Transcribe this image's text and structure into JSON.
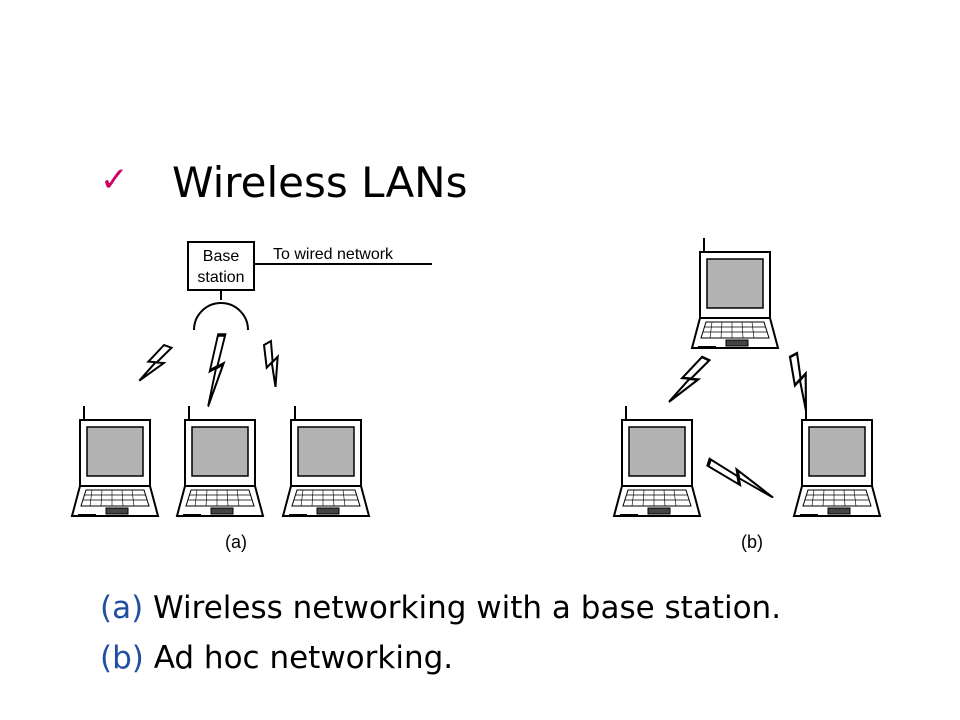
{
  "slide": {
    "check_icon": "check-mark-icon",
    "title": "Wireless LANs",
    "diagram": {
      "base_station_line1": "Base",
      "base_station_line2": "station",
      "wired_label": "To wired network",
      "label_a": "(a)",
      "label_b": "(b)"
    },
    "captions": [
      {
        "marker": "(a)",
        "text": "Wireless networking with a base station."
      },
      {
        "marker": "(b)",
        "text": "Ad hoc networking."
      }
    ],
    "colors": {
      "check": "#cc0066",
      "caption_marker": "#1f4fa0",
      "screen": "#b3b3b3"
    }
  }
}
